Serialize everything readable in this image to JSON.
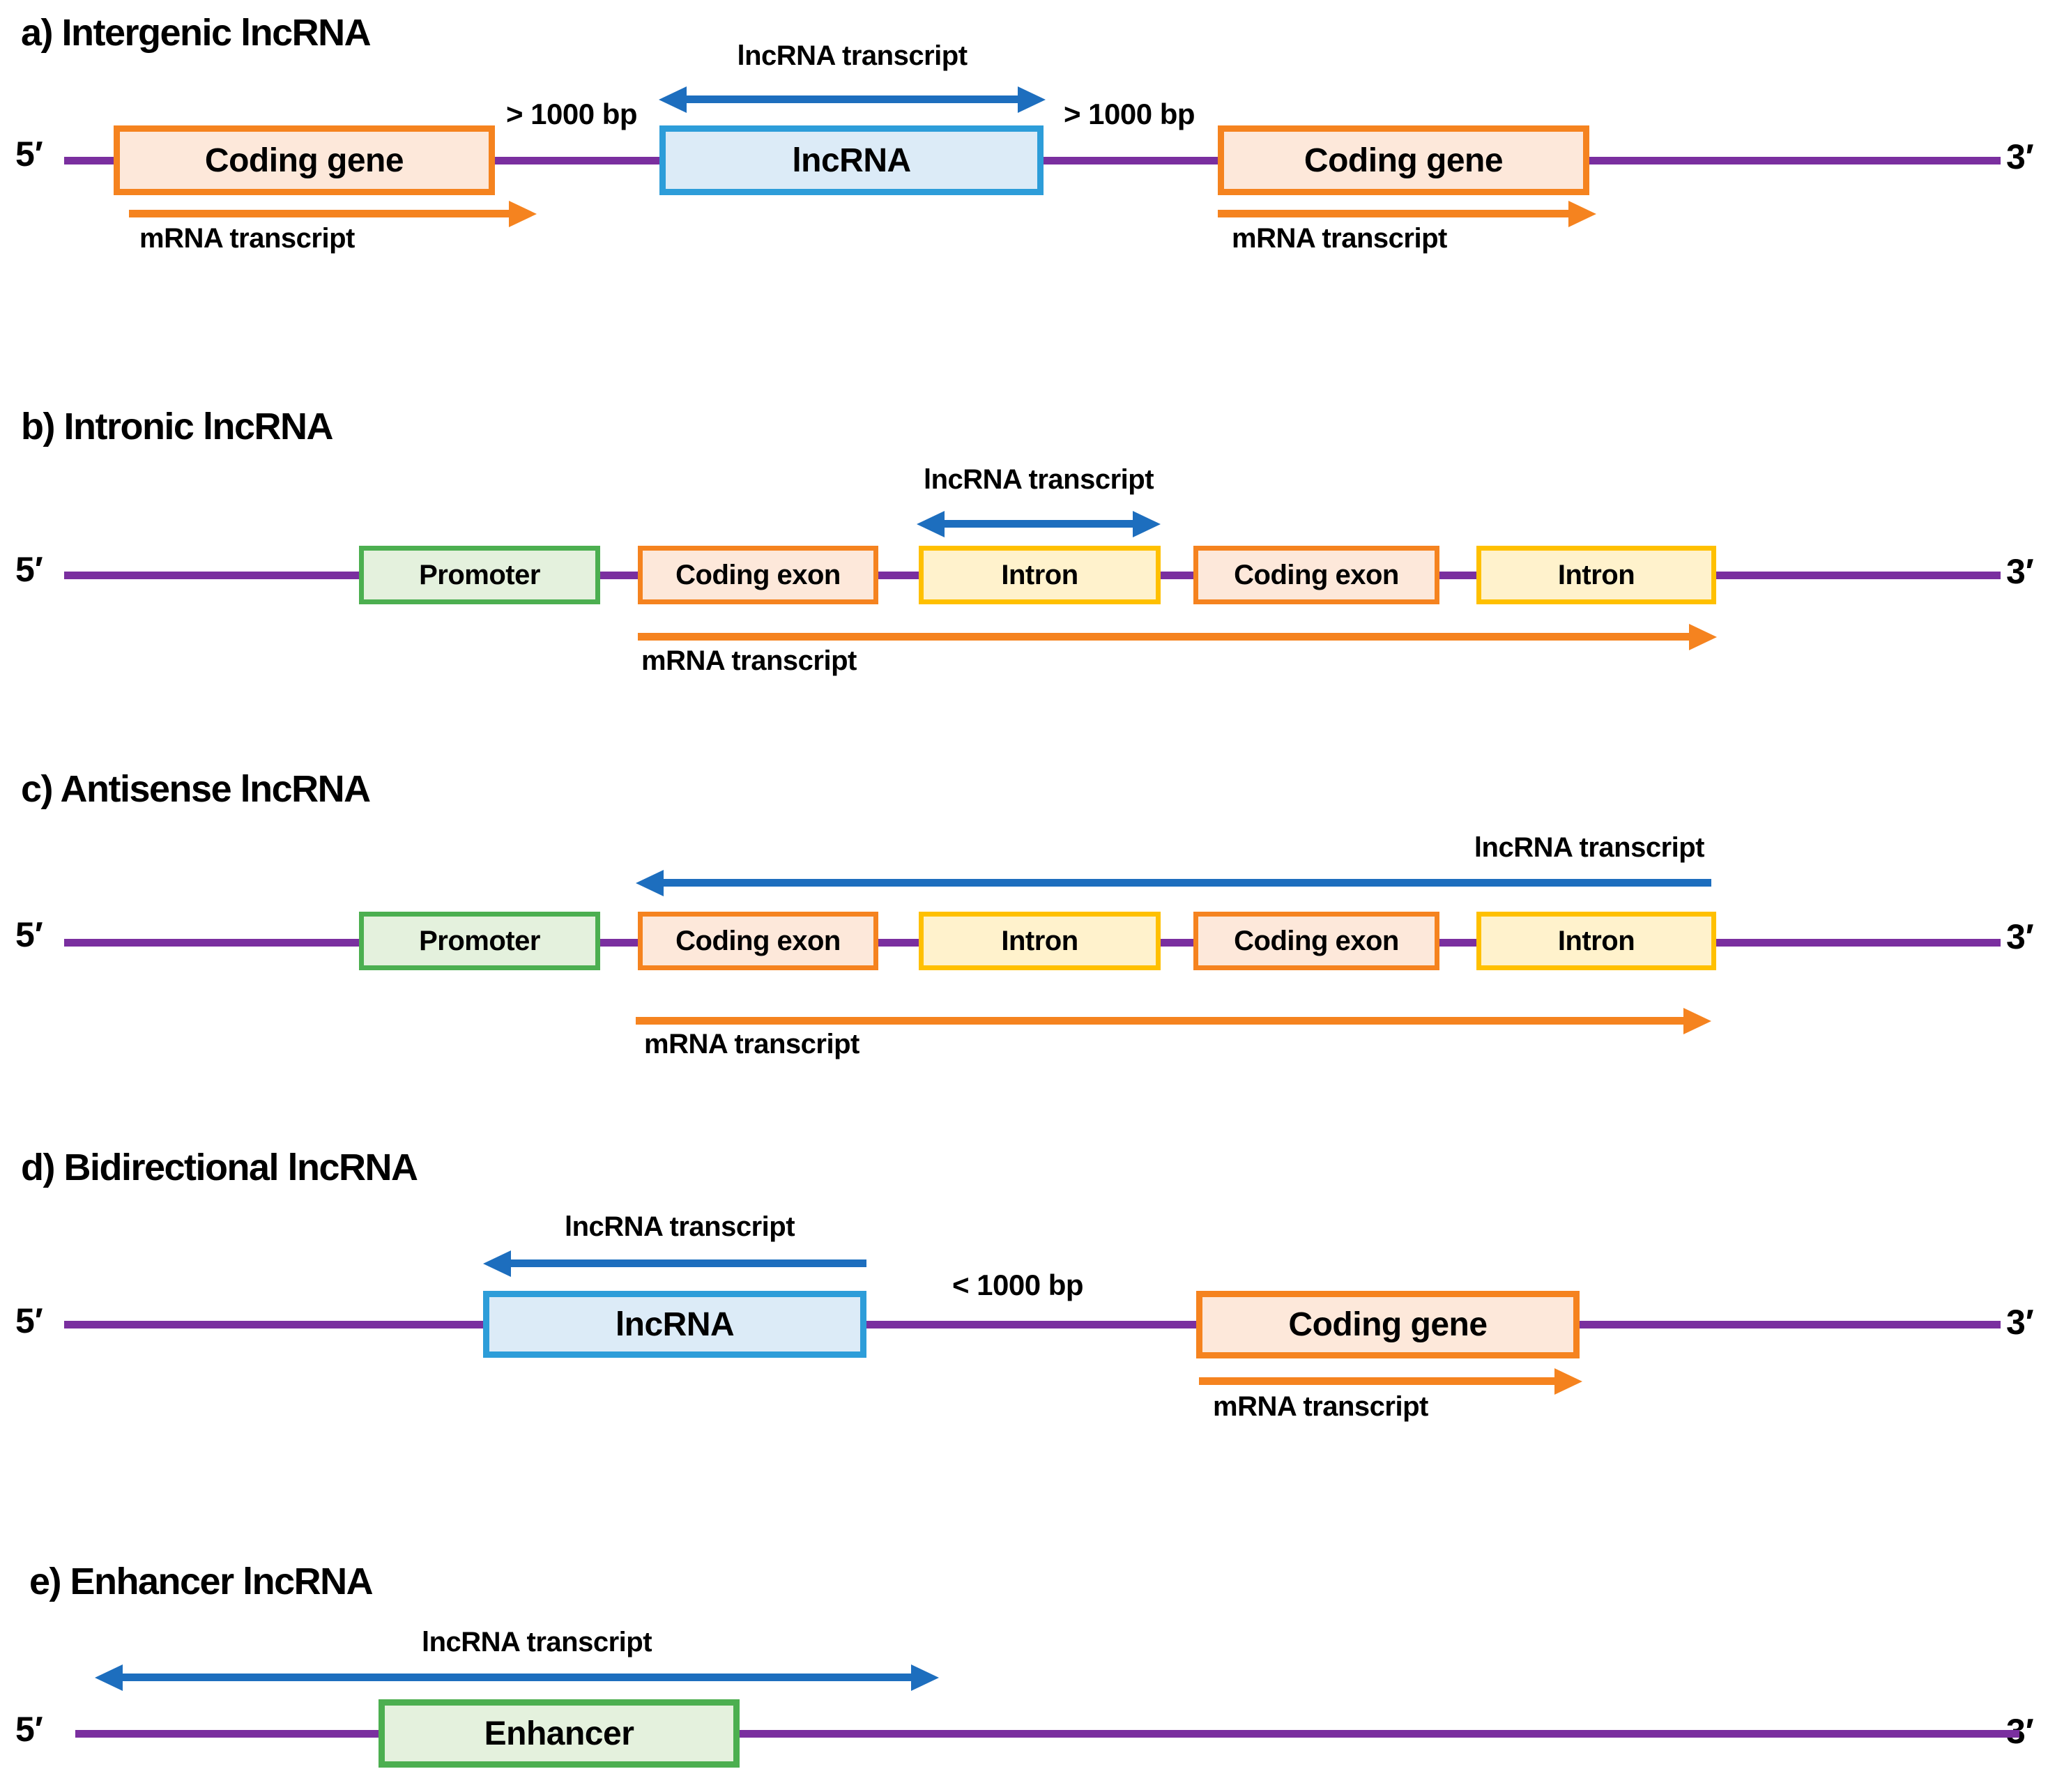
{
  "figure": {
    "description_labels": {
      "lncrna_transcript": "lncRNA transcript",
      "mrna_transcript": "mRNA transcript"
    }
  },
  "colors": {
    "dna_line_purple": "#7A2F9F",
    "lncrna_arrow_blue": "#1D6EBE",
    "lncrna_box_border_blue": "#2D9DD9",
    "lncrna_box_fill_blue": "#DCEBF7",
    "coding_border_orange": "#F5831F",
    "coding_fill_peach": "#FDE8DA",
    "mrna_arrow_orange": "#F5831F",
    "promoter_border_green": "#4CAF50",
    "promoter_fill_green": "#E4F1DD",
    "intron_border_yellow": "#FFC000",
    "intron_fill_yellow": "#FFF2CC"
  },
  "panel_a": {
    "title": "a) Intergenic lncRNA",
    "lncrna_transcript_label": "lncRNA transcript",
    "distance_left": "> 1000 bp",
    "distance_right": "> 1000 bp",
    "coding_gene_left": "Coding gene",
    "lncrna": "lncRNA",
    "coding_gene_right": "Coding gene",
    "mrna_left": "mRNA transcript",
    "mrna_right": "mRNA transcript",
    "five_prime": "5′",
    "three_prime": "3′"
  },
  "panel_b": {
    "title": "b) Intronic lncRNA",
    "lncrna_transcript_label": "lncRNA transcript",
    "promoter": "Promoter",
    "coding_exon_1": "Coding exon",
    "intron_1": "Intron",
    "coding_exon_2": "Coding exon",
    "intron_2": "Intron",
    "mrna": "mRNA transcript",
    "five_prime": "5′",
    "three_prime": "3′"
  },
  "panel_c": {
    "title": "c) Antisense lncRNA",
    "lncrna_transcript_label": "lncRNA transcript",
    "promoter": "Promoter",
    "coding_exon_1": "Coding exon",
    "intron_1": "Intron",
    "coding_exon_2": "Coding exon",
    "intron_2": "Intron",
    "mrna": "mRNA transcript",
    "five_prime": "5′",
    "three_prime": "3′"
  },
  "panel_d": {
    "title": "d) Bidirectional lncRNA",
    "lncrna_transcript_label": "lncRNA transcript",
    "distance": "< 1000 bp",
    "lncrna": "lncRNA",
    "coding_gene": "Coding gene",
    "mrna": "mRNA transcript",
    "five_prime": "5′",
    "three_prime": "3′"
  },
  "panel_e": {
    "title": "e) Enhancer lncRNA",
    "lncrna_transcript_label": "lncRNA transcript",
    "enhancer": "Enhancer",
    "five_prime": "5′",
    "three_prime": "3′"
  }
}
